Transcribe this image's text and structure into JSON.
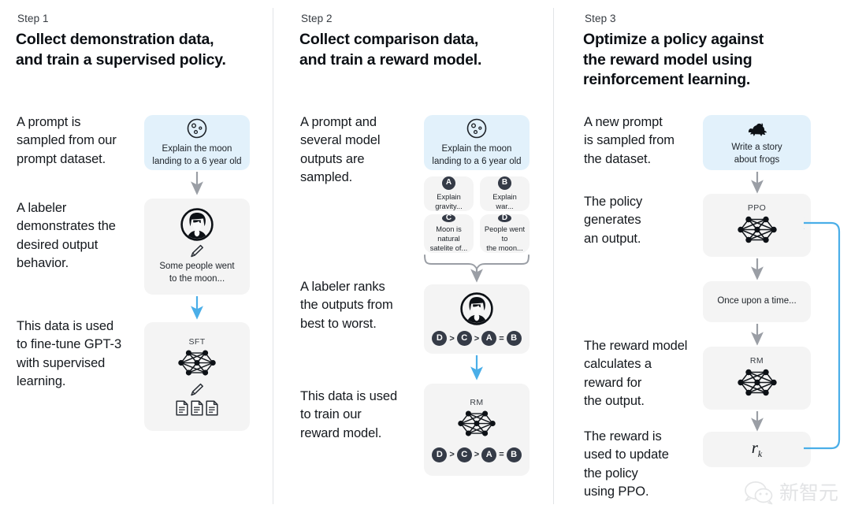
{
  "diagram": {
    "title_context": "InstructGPT / RLHF three-step training diagram",
    "watermark": {
      "text": "新智元",
      "icon": "wechat-logo-icon",
      "color": "#aeb2b6"
    },
    "colors": {
      "card_gray": "#f4f4f4",
      "card_blue": "#e2f1fb",
      "arrow_gray": "#9a9ea5",
      "arrow_blue": "#4aaee8",
      "badge_dark": "#353b47",
      "divider": "#e2e4e7"
    }
  },
  "columns": [
    {
      "step_label": "Step 1",
      "title": "Collect demonstration data,\nand train a supervised policy.",
      "descriptions": [
        "A prompt is\nsampled from our\nprompt dataset.",
        "A labeler\ndemonstrates the\ndesired output\nbehavior.",
        "This data is used\nto fine-tune GPT-3\nwith supervised\nlearning."
      ],
      "cards": [
        {
          "name": "prompt-card",
          "style": "blue",
          "icon": "moon-icon",
          "text": "Explain the moon\nlanding to a 6 year old"
        },
        {
          "name": "labeler-card",
          "style": "gray",
          "icon": "labeler-avatar-icon",
          "sub_icon": "pencil-icon",
          "text": "Some people went\nto the moon..."
        },
        {
          "name": "sft-card",
          "style": "gray",
          "nn_label": "SFT",
          "icon": "neural-network-icon",
          "sub_icon": "pencil-icon",
          "docs_icon": "documents-icon"
        }
      ],
      "arrows": [
        {
          "name": "arrow-prompt-to-labeler",
          "color": "gray"
        },
        {
          "name": "arrow-labeler-to-sft",
          "color": "blue"
        }
      ]
    },
    {
      "step_label": "Step 2",
      "title": "Collect comparison data,\nand train a reward model.",
      "descriptions": [
        "A prompt and\nseveral model\noutputs are\nsampled.",
        "A labeler ranks\nthe outputs from\nbest to worst.",
        "This data is used\nto train our\nreward model."
      ],
      "cards": [
        {
          "name": "prompt-card",
          "style": "blue",
          "icon": "moon-icon",
          "text": "Explain the moon\nlanding to a 6 year old"
        },
        {
          "name": "output-option-a",
          "style": "gray",
          "badge": "A",
          "text": "Explain gravity..."
        },
        {
          "name": "output-option-b",
          "style": "gray",
          "badge": "B",
          "text": "Explain war..."
        },
        {
          "name": "output-option-c",
          "style": "gray",
          "badge": "C",
          "text": "Moon is natural\nsatelite of..."
        },
        {
          "name": "output-option-d",
          "style": "gray",
          "badge": "D",
          "text": "People went to\nthe moon..."
        },
        {
          "name": "ranking-card",
          "style": "gray",
          "icon": "labeler-avatar-icon",
          "ranking": [
            "D",
            ">",
            "C",
            ">",
            "A",
            "=",
            "B"
          ]
        },
        {
          "name": "rm-card",
          "style": "gray",
          "nn_label": "RM",
          "icon": "neural-network-icon",
          "ranking": [
            "D",
            ">",
            "C",
            ">",
            "A",
            "=",
            "B"
          ]
        }
      ],
      "arrows": [
        {
          "name": "brace-outputs-to-ranking",
          "color": "gray"
        },
        {
          "name": "arrow-ranking-to-rm",
          "color": "blue"
        }
      ]
    },
    {
      "step_label": "Step 3",
      "title": "Optimize a policy against\nthe reward model using\nreinforcement learning.",
      "descriptions": [
        "A new prompt\nis sampled from\nthe dataset.",
        "The policy\ngenerates\nan output.",
        "The reward model\ncalculates a\nreward for\nthe output.",
        "The reward is\nused to update\nthe policy\nusing PPO."
      ],
      "cards": [
        {
          "name": "prompt-card",
          "style": "blue",
          "icon": "frog-icon",
          "text": "Write a story\nabout frogs"
        },
        {
          "name": "ppo-card",
          "style": "gray",
          "nn_label": "PPO",
          "icon": "neural-network-icon"
        },
        {
          "name": "output-card",
          "style": "gray",
          "text": "Once upon a time..."
        },
        {
          "name": "rm-card",
          "style": "gray",
          "nn_label": "RM",
          "icon": "neural-network-icon"
        },
        {
          "name": "reward-card",
          "style": "gray",
          "reward_symbol": "r",
          "reward_subscript": "k"
        }
      ],
      "arrows": [
        {
          "name": "arrow-prompt-to-ppo",
          "color": "gray"
        },
        {
          "name": "arrow-ppo-to-output",
          "color": "gray"
        },
        {
          "name": "arrow-output-to-rm",
          "color": "gray"
        },
        {
          "name": "arrow-rm-to-reward",
          "color": "gray"
        },
        {
          "name": "feedback-loop-reward-to-ppo",
          "color": "blue"
        }
      ]
    }
  ]
}
